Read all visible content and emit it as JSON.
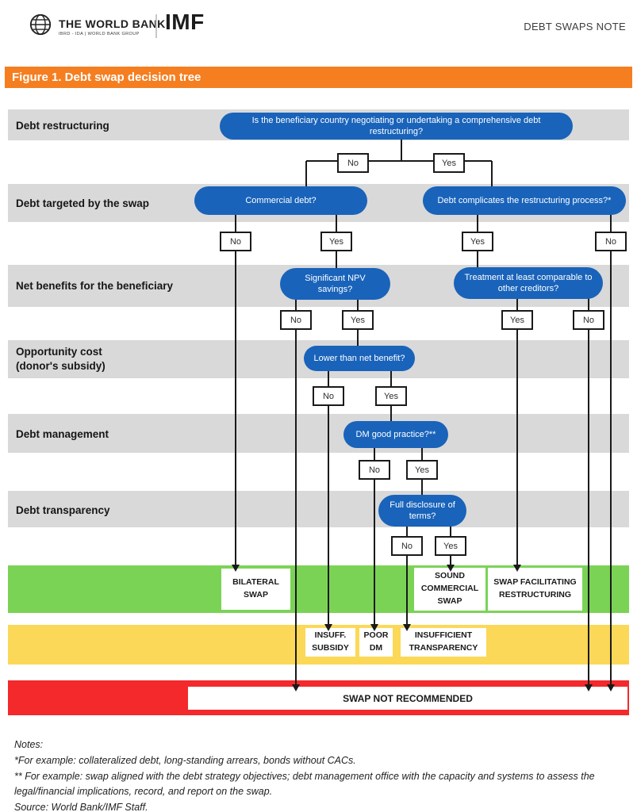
{
  "header": {
    "world_bank_title": "THE WORLD BANK",
    "world_bank_subtitle": "IBRD - IDA | WORLD BANK GROUP",
    "imf_label": "IMF",
    "doc_label": "DEBT SWAPS NOTE"
  },
  "figure_title": "Figure 1. Debt swap decision tree",
  "answer_labels": {
    "yes": "Yes",
    "no": "No"
  },
  "rows": [
    {
      "label": "Debt restructuring"
    },
    {
      "label": "Debt targeted by the swap"
    },
    {
      "label": "Net benefits for the beneficiary"
    },
    {
      "label": "Opportunity cost",
      "label2": "(donor's subsidy)"
    },
    {
      "label": "Debt management"
    },
    {
      "label": "Debt transparency"
    }
  ],
  "questions": {
    "restructuring": "Is the beneficiary country negotiating or undertaking a comprehensive debt restructuring?",
    "commercial_debt": "Commercial debt?",
    "complicates": "Debt complicates the restructuring process?*",
    "npv_savings": "Significant NPV savings?",
    "treatment": "Treatment at least comparable to other creditors?",
    "lower_benefit": "Lower than net benefit?",
    "dm_practice": "DM good practice?**",
    "disclosure": "Full disclosure of terms?"
  },
  "outcomes": {
    "bilateral": "BILATERAL SWAP",
    "sound": "SOUND COMMERCIAL SWAP",
    "facilitating": "SWAP FACILITATING RESTRUCTURING",
    "insuff_subsidy": "INSUFF. SUBSIDY",
    "poor_dm": "POOR DM",
    "insuff_transparency": "INSUFFICIENT TRANSPARENCY",
    "not_recommended": "SWAP NOT RECOMMENDED"
  },
  "notes": {
    "heading": "Notes:",
    "note1": "*For example: collateralized debt, long-standing arrears, bonds without CACs.",
    "note2": "** For example: swap aligned with the debt strategy objectives; debt management office with the capacity and systems to assess the legal/financial implications, record, and report on the swap.",
    "source": "Source: World Bank/IMF Staff."
  },
  "colors": {
    "accent_orange": "#F57E20",
    "node_blue": "#1963BA",
    "band_green": "#7BD356",
    "band_yellow": "#FBD857",
    "band_red": "#F3292C",
    "band_gray": "#D9D9D9"
  }
}
